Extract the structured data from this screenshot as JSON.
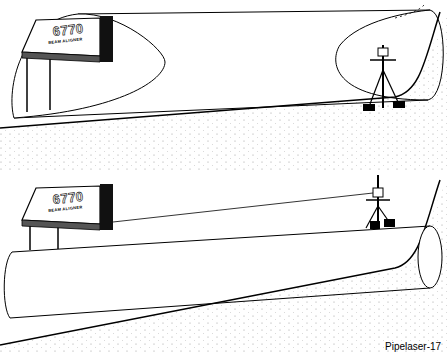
{
  "diagram": {
    "labels": [
      "6770",
      "BEAM ALIGNER",
      "6770",
      "BEAM ALIGNER",
      "Pipelaser-17"
    ]
  }
}
